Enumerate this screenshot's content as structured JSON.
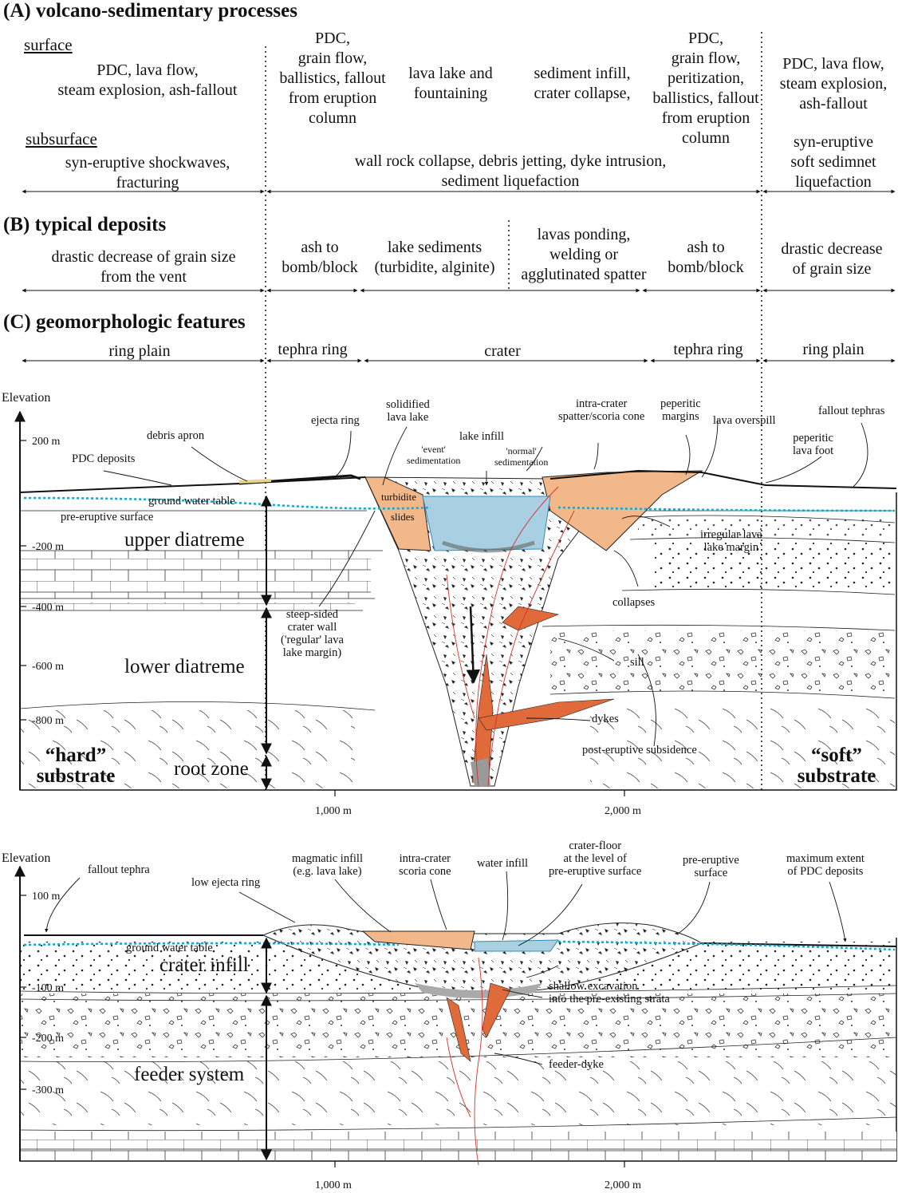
{
  "sections": {
    "a_title": "(A) volcano-sedimentary processes",
    "b_title": "(B) typical deposits",
    "c_title": "(C) geomorphologic features"
  },
  "processes": {
    "surface_label": "surface",
    "subsurface_label": "subsurface",
    "s1": "PDC, lava flow,\nsteam explosion, ash-fallout",
    "s2": "PDC,\ngrain flow,\nballistics, fallout\nfrom eruption\ncolumn",
    "s3": "lava lake and\nfountaining",
    "s4": "sediment infill,\ncrater collapse,",
    "s5": "PDC,\ngrain flow,\nperitization,\nballistics, fallout\nfrom eruption\ncolumn",
    "s6": "PDC, lava flow,\nsteam explosion,\nash-fallout",
    "sub1": "syn-eruptive shockwaves,\nfracturing",
    "sub2": "wall rock collapse, debris jetting, dyke intrusion,\nsediment liquefaction",
    "sub3": "syn-eruptive\nsoft sedimnet\nliquefaction"
  },
  "deposits": {
    "d1": "drastic decrease of grain size\nfrom the vent",
    "d2": "ash to\nbomb/block",
    "d3": "lake sediments\n(turbidite, alginite)",
    "d4": "lavas ponding,\nwelding or\nagglutinated spatter",
    "d5": "ash to\nbomb/block",
    "d6": "drastic decrease\nof grain size"
  },
  "features": {
    "f1": "ring plain",
    "f2": "tephra ring",
    "f3": "crater",
    "f4": "tephra ring",
    "f5": "ring plain"
  },
  "diagram1": {
    "elevation": "Elevation",
    "ticks": [
      "200 m",
      "-200 m",
      "-400 m",
      "-600 m",
      "-800 m"
    ],
    "x_ticks": [
      "1,000 m",
      "2,000 m"
    ],
    "labels": {
      "pdc_deposits": "PDC deposits",
      "debris_apron": "debris apron",
      "ejecta_ring": "ejecta ring",
      "solidified": "solidified\nlava lake",
      "lake_infill": "lake infill",
      "event_sed": "'event'\nsedimentation",
      "normal_sed": "'normal'\nsedimentation",
      "intra_crater": "intra-crater\nspatter/scoria cone",
      "peperitic_margins": "peperitic\nmargins",
      "lava_overspill": "lava overspill",
      "fallout_tephras": "fallout tephras",
      "peperitic_foot": "peperitic\nlava foot",
      "gwt": "ground water table",
      "pre_eruptive": "pre-eruptive surface",
      "turbidite": "turbidite",
      "slides": "slides",
      "irregular": "irregular lava\nlake margin",
      "collapses": "collapses",
      "steep": "steep-sided\ncrater wall\n('regular' lava\nlake margin)",
      "sill": "sill",
      "dykes": "dykes",
      "post_eruptive": "post-eruptive subsidence",
      "upper_diatreme": "upper diatreme",
      "lower_diatreme": "lower diatreme",
      "root_zone": "root zone",
      "hard": "“hard”\nsubstrate",
      "soft": "“soft”\nsubstrate"
    }
  },
  "diagram2": {
    "elevation": "Elevation",
    "ticks": [
      "100 m",
      "-100 m",
      "-200 m",
      "-300 m"
    ],
    "x_ticks": [
      "1,000 m",
      "2,000 m"
    ],
    "labels": {
      "fallout_tephra": "fallout tephra",
      "low_ejecta": "low ejecta ring",
      "magmatic": "magmatic infill\n(e.g. lava lake)",
      "intra_scoria": "intra-crater\nscoria cone",
      "water_infill": "water infill",
      "crater_floor": "crater-floor\nat the level of\npre-eruptive surface",
      "pre_surface": "pre-eruptive\nsurface",
      "max_pdc": "maximum extent\nof PDC deposits",
      "gwt": "ground water table",
      "crater_infill": "crater infill",
      "shallow": "shallow excavation\ninto the pre-existing strata",
      "feeder_dyke": "feeder-dyke",
      "feeder_system": "feeder system"
    }
  },
  "colors": {
    "lava": "#f2b88a",
    "water": "#a9cfe2",
    "dyke": "#e06a3a",
    "gwt": "#1ea6c8",
    "ink": "#111111"
  }
}
